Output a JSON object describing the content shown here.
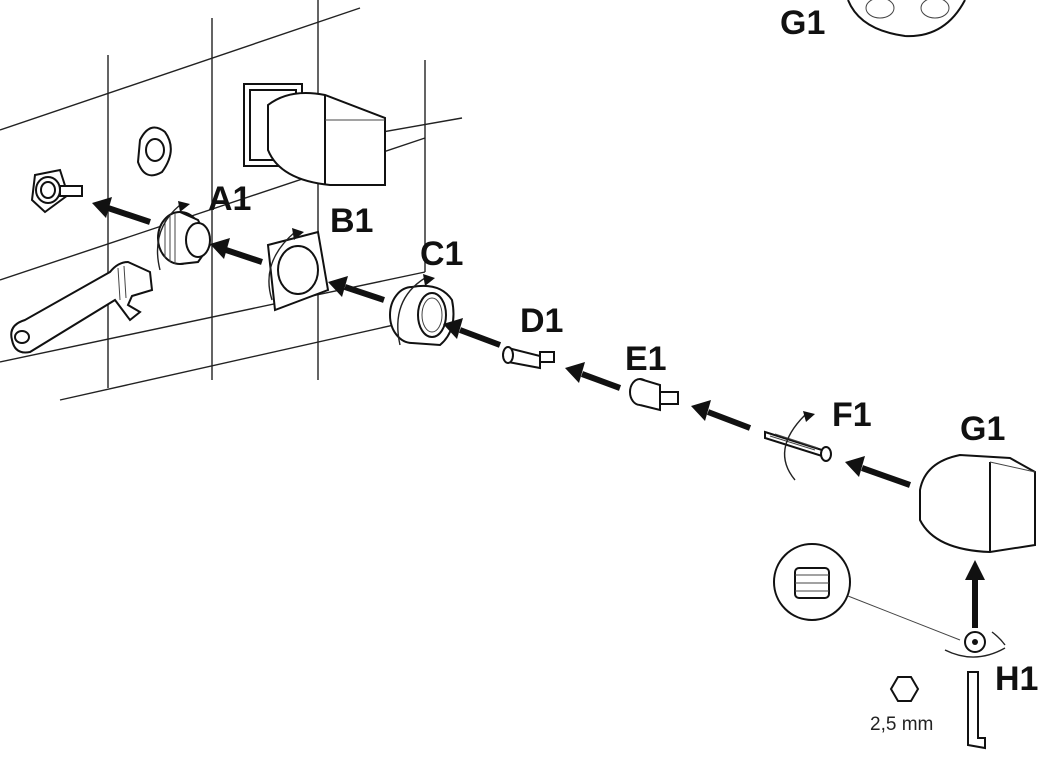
{
  "diagram": {
    "labels": {
      "g1_top": "G1",
      "a1": "A1",
      "b1": "B1",
      "c1": "C1",
      "d1": "D1",
      "e1": "E1",
      "f1": "F1",
      "g1": "G1",
      "h1": "H1"
    },
    "hex_key_size": "2,5 mm"
  }
}
